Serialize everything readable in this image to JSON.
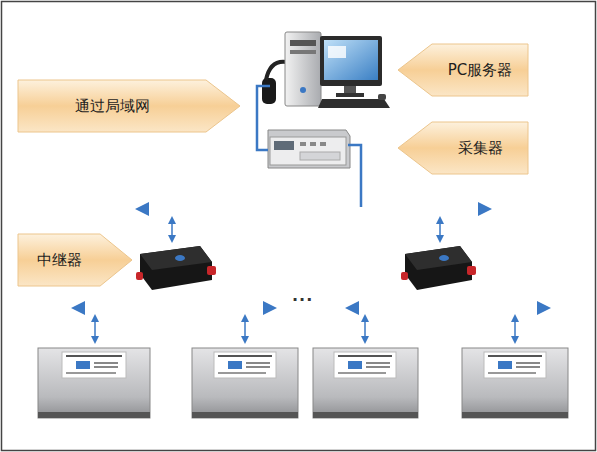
{
  "diagram": {
    "nodes": [
      {
        "text": [
          "PC服务器"
        ]
      },
      {
        "text": [
          "通过局域网"
        ]
      },
      {
        "text": [
          "采集器"
        ]
      },
      {
        "text": [
          "中继器"
        ]
      }
    ],
    "labels": [
      "···"
    ]
  }
}
